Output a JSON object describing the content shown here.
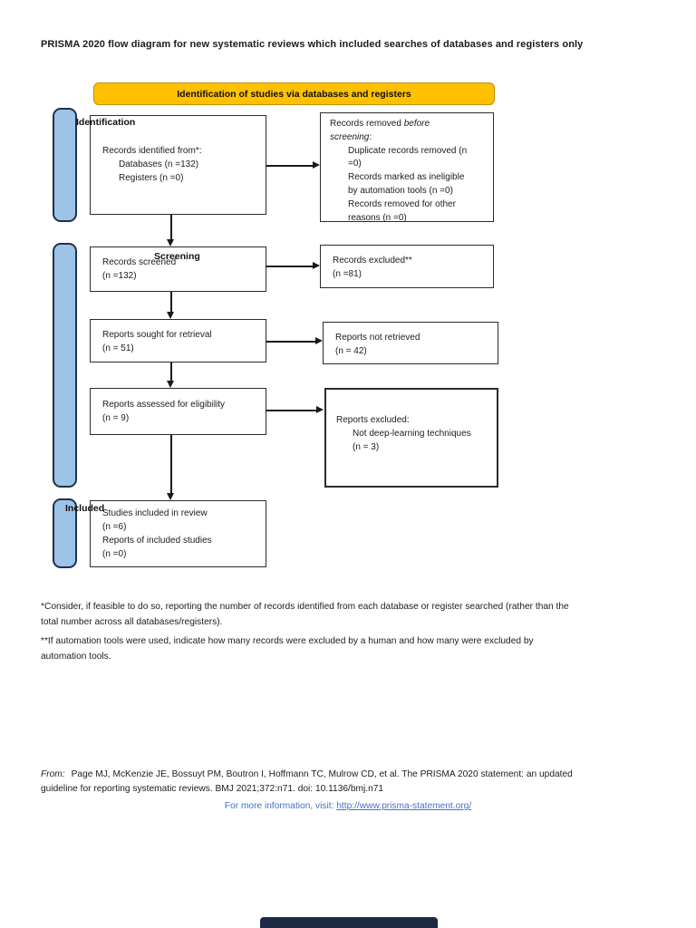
{
  "colors": {
    "banner_bg": "#FFC000",
    "banner_border": "#BF9000",
    "stage_bar_fill": "#9DC3E6",
    "stage_bar_border": "#1F3050",
    "link_blue": "#4472C4",
    "viewer_bar": "#1E2A44"
  },
  "title": "PRISMA 2020 flow diagram for new systematic reviews which included searches of databases and registers only",
  "banner": {
    "label": "Identification of studies via databases and registers"
  },
  "stage_labels": {
    "identification": "Identification",
    "screening": "Screening",
    "included": "Included"
  },
  "boxes": {
    "records_identified": {
      "line1": "Records identified from*:",
      "items": [
        "Databases (n =132)",
        "Registers (n =0)"
      ]
    },
    "records_removed": {
      "l1_normal": "Records removed ",
      "l1_italic": "before",
      "l2_italic": "screening",
      "l2_colon": ":",
      "items": [
        "Duplicate records removed (n",
        "=0)",
        "Records marked as ineligible",
        "by automation tools (n =0)",
        "Records removed for other",
        "reasons (n =0)"
      ]
    },
    "records_screened": {
      "lines": [
        "Records screened",
        "(n =132)"
      ]
    },
    "records_excluded": {
      "lines": [
        "Records excluded**",
        "(n =81)"
      ]
    },
    "reports_sought": {
      "lines": [
        "Reports sought for retrieval",
        "(n = 51)"
      ]
    },
    "reports_not_retrieved": {
      "lines": [
        "Reports not retrieved",
        "(n = 42)"
      ]
    },
    "reports_assessed": {
      "lines": [
        "Reports assessed for eligibility",
        "(n = 9)"
      ]
    },
    "reports_excluded": {
      "line1": "Reports excluded:",
      "items": [
        "Not deep-learning techniques",
        "(n = 3)"
      ]
    },
    "studies_included": {
      "lines": [
        "Studies included in review",
        "(n =6)",
        "Reports of included studies",
        "(n =0)"
      ]
    }
  },
  "footnotes": {
    "fn1_line1": "*Consider, if feasible to do so, reporting the number of records identified from each database or register searched (rather than the",
    "fn1_line2": "total number across all databases/registers).",
    "fn2_line1": "**If automation tools were used, indicate how many records were excluded by a human and how many were excluded by",
    "fn2_line2": "automation tools."
  },
  "citation": {
    "from_label": "From:",
    "line1_rest": "Page MJ, McKenzie JE, Bossuyt PM, Boutron I, Hoffmann TC, Mulrow CD, et al. The PRISMA 2020 statement: an updated",
    "line2": "guideline for reporting systematic reviews. BMJ 2021;372:n71. doi: 10.1136/bmj.n71"
  },
  "info": {
    "prefix": "For more information, visit: ",
    "link": "http://www.prisma-statement.org/"
  }
}
